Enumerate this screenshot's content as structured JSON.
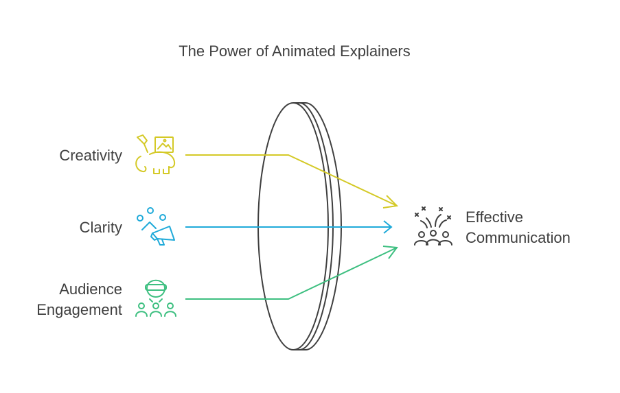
{
  "title": "The Power of Animated Explainers",
  "inputs": [
    {
      "id": "creativity",
      "label": "Creativity",
      "color": "#d4c926",
      "icon": "paintbrush-elephant-icon"
    },
    {
      "id": "clarity",
      "label": "Clarity",
      "color": "#1faad9",
      "icon": "megaphone-icon"
    },
    {
      "id": "audience-engagement",
      "label_lines": [
        "Audience",
        "Engagement"
      ],
      "color": "#3dbf80",
      "icon": "vr-headset-group-icon"
    }
  ],
  "output": {
    "label_lines": [
      "Effective",
      "Communication"
    ],
    "color": "#3f3f3f",
    "icon": "celebrating-group-icon"
  },
  "lens": {
    "icon": "lens-icon",
    "color": "#3f3f3f"
  }
}
